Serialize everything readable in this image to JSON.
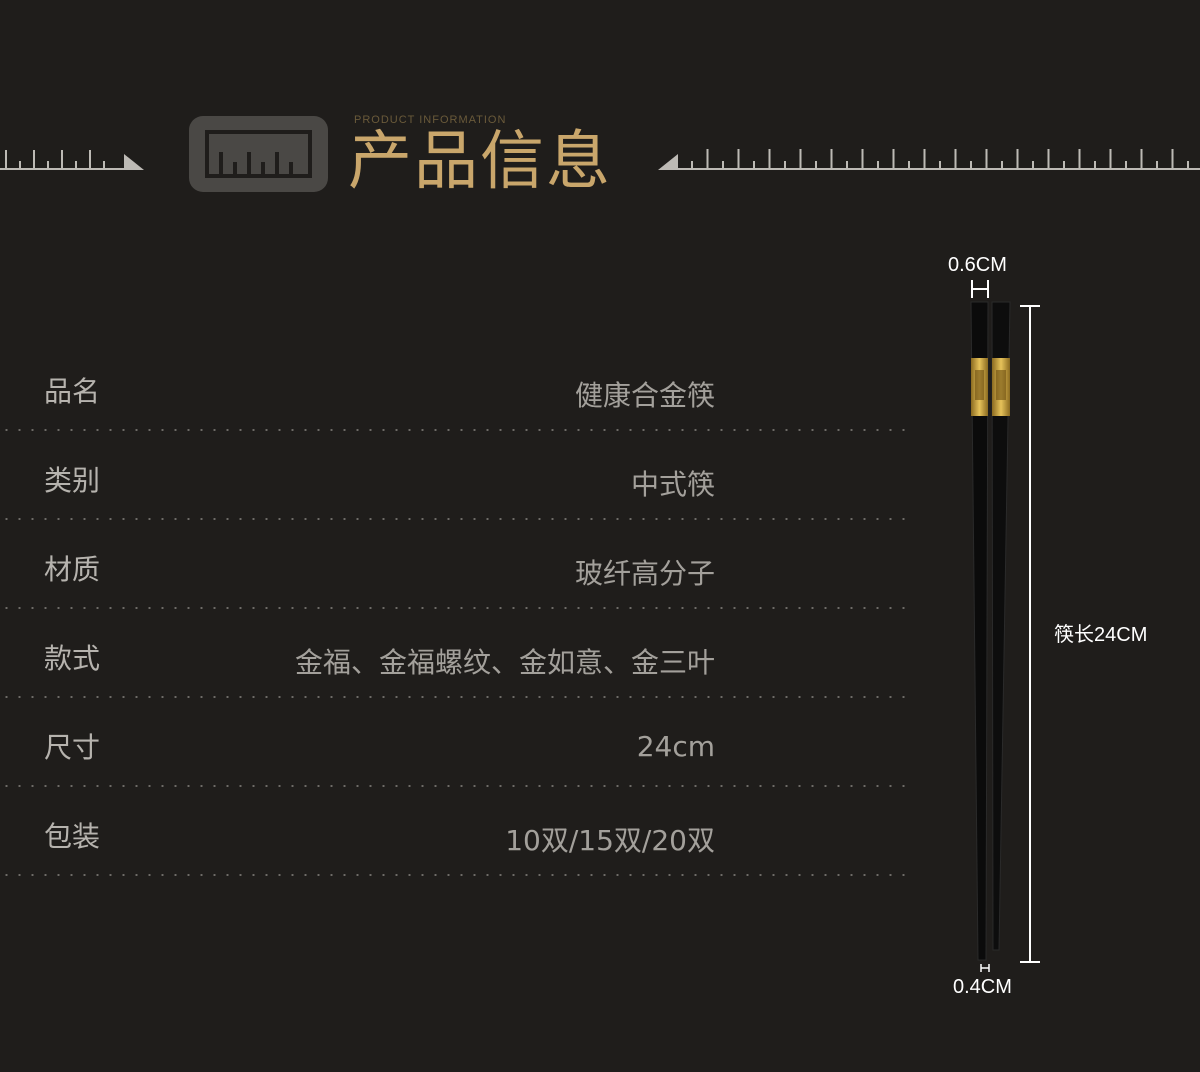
{
  "header": {
    "subtitle": "PRODUCT INFORMATION",
    "title": "产品信息"
  },
  "specs": [
    {
      "label": "品名",
      "value": "健康合金筷"
    },
    {
      "label": "类别",
      "value": "中式筷"
    },
    {
      "label": "材质",
      "value": "玻纤高分子"
    },
    {
      "label": "款式",
      "value": "金福、金福螺纹、金如意、金三叶"
    },
    {
      "label": "尺寸",
      "value": "24cm"
    },
    {
      "label": "包装",
      "value": "10双/15双/20双"
    }
  ],
  "dimensions": {
    "top_width": "0.6CM",
    "length": "筷长24CM",
    "tip_width": "0.4CM"
  },
  "colors": {
    "background": "#1f1d1b",
    "accent_gold": "#c9a66b",
    "label_text": "#b6b3ae"
  }
}
